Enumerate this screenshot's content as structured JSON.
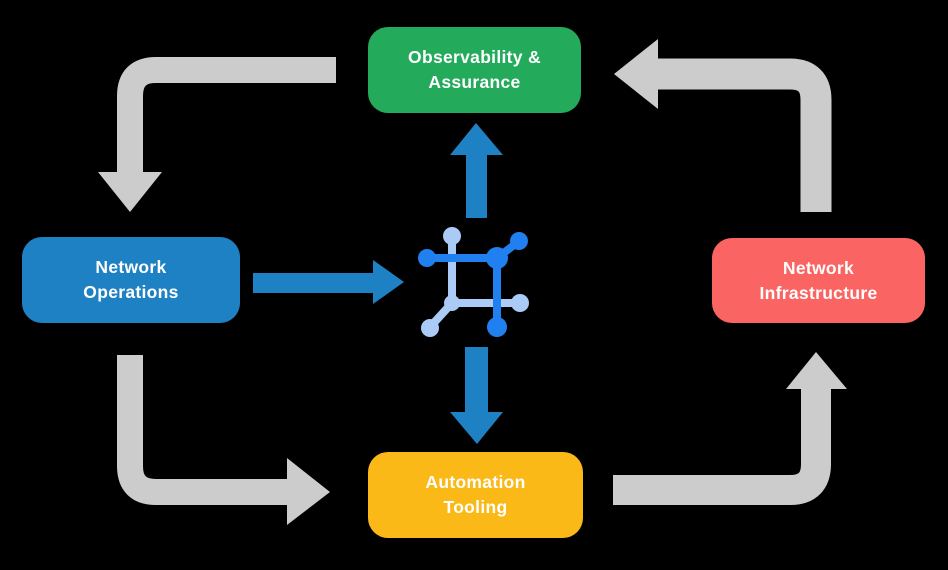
{
  "title": "Network automation lifecycle diagram",
  "colors": {
    "background": "#000000",
    "green": "#23AB5B",
    "blue": "#1E81C4",
    "red": "#FA6563",
    "yellow": "#FBB917",
    "gray_arrow": "#CCCCCC",
    "text_white": "#FFFFFF",
    "icon_dark_blue": "#2080F0",
    "icon_light_blue": "#A9CBF6"
  },
  "nodes": {
    "observability": {
      "label": "Observability &\nAssurance"
    },
    "operations": {
      "label": "Network\nOperations"
    },
    "infrastructure": {
      "label": "Network\nInfrastructure"
    },
    "automation": {
      "label": "Automation\nTooling"
    }
  },
  "center_icon": {
    "name": "network-mesh-icon"
  },
  "arrows": {
    "gray_cycle": [
      {
        "from": "observability",
        "to": "operations"
      },
      {
        "from": "operations",
        "to": "automation"
      },
      {
        "from": "automation",
        "to": "infrastructure"
      },
      {
        "from": "infrastructure",
        "to": "observability"
      }
    ],
    "blue": [
      {
        "from": "operations",
        "to": "center-icon"
      },
      {
        "from": "center-icon",
        "to": "observability"
      },
      {
        "from": "center-icon",
        "to": "automation"
      }
    ]
  }
}
